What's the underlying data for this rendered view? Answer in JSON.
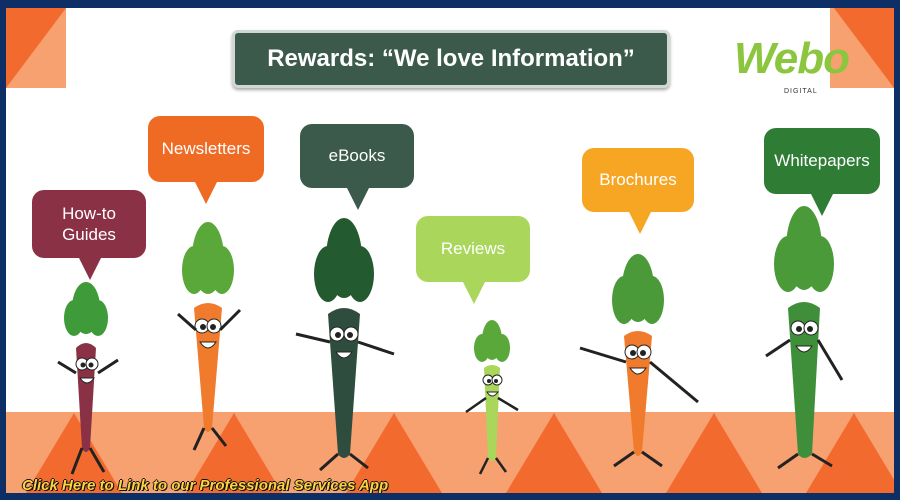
{
  "header": {
    "title": "Rewards: “We love Information”"
  },
  "logo": {
    "text": "Webo",
    "subtext": "DIGITAL"
  },
  "bubbles": [
    {
      "label": "How-to Guides",
      "color": "#8a3145"
    },
    {
      "label": "Newsletters",
      "color": "#ef6b23"
    },
    {
      "label": "eBooks",
      "color": "#3b5a4b"
    },
    {
      "label": "Reviews",
      "color": "#a9d65b"
    },
    {
      "label": "Brochures",
      "color": "#f6a623"
    },
    {
      "label": "Whitepapers",
      "color": "#2f7c35"
    }
  ],
  "carrot_colors": [
    "#8a3145",
    "#f07b2c",
    "#2f4d3f",
    "#a9d65b",
    "#f07b2c",
    "#3f8f3a"
  ],
  "cta": {
    "text": "Click Here to Link to our Professional Services App"
  },
  "colors": {
    "frame": "#0d2f66",
    "band_light": "#f7a170",
    "band_dark": "#f26a2e",
    "cta": "#ffd23f"
  }
}
